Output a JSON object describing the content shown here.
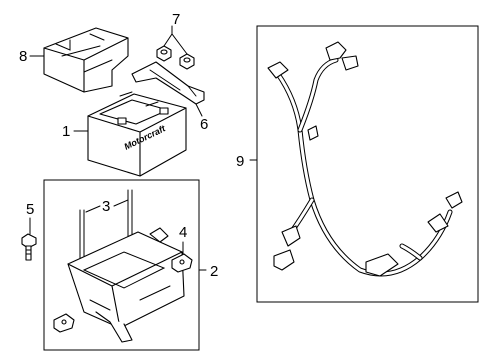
{
  "diagram": {
    "brand_label": "Motorcraft",
    "callouts": {
      "c1": "1",
      "c2": "2",
      "c3": "3",
      "c4": "4",
      "c5": "5",
      "c6": "6",
      "c7": "7",
      "c8": "8",
      "c9": "9"
    }
  }
}
